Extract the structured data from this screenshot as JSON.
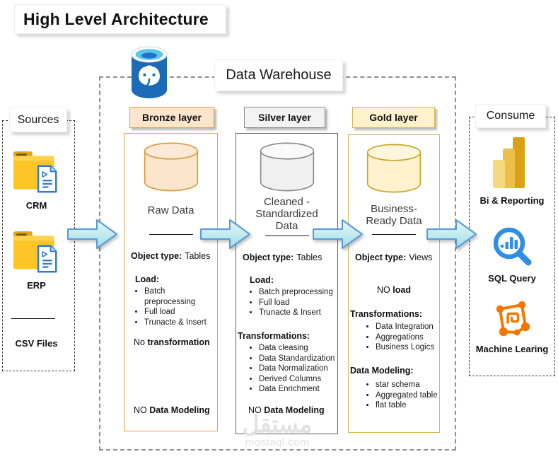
{
  "page": {
    "title": "High Level Architecture"
  },
  "warehouse": {
    "label": "Data Warehouse"
  },
  "sources": {
    "label": "Sources",
    "items": [
      {
        "label": "CRM"
      },
      {
        "label": "ERP"
      }
    ],
    "csv_label": "CSV Files"
  },
  "layers": {
    "bronze": {
      "header": "Bronze layer",
      "title": "Raw Data",
      "object_type_label": "Object type:",
      "object_type_value": "Tables",
      "load_label": "Load:",
      "load_items": [
        "Batch preprocessing",
        "Full load",
        "Trunacte & Insert"
      ],
      "transformation_prefix": "No ",
      "transformation_bold": "transformation",
      "modeling_prefix": "NO ",
      "modeling_bold": "Data Modeling"
    },
    "silver": {
      "header": "Silver layer",
      "title": "Cleaned - Standardized Data",
      "object_type_label": "Object type:",
      "object_type_value": "Tables",
      "load_label": "Load:",
      "load_items": [
        "Batch preprocessing",
        "Full load",
        "Trunacte & Insert"
      ],
      "transformations_label": "Transformations:",
      "transformation_items": [
        "Data cleasing",
        "Data Standardization",
        "Data Normalization",
        "Derived Columns",
        "Data Enrichment"
      ],
      "modeling_prefix": "NO ",
      "modeling_bold": "Data Modeling"
    },
    "gold": {
      "header": "Gold layer",
      "title": "Business- Ready Data",
      "object_type_label": "Object type:",
      "object_type_value": "Views",
      "load_prefix": "NO ",
      "load_bold": "load",
      "transformations_label": "Transformations:",
      "transformation_items": [
        "Data Integration",
        "Aggregations",
        "Business Logics"
      ],
      "modeling_label": "Data Modeling:",
      "modeling_items": [
        "star schema",
        "Aggregated table",
        "flat table"
      ]
    }
  },
  "consume": {
    "label": "Consume",
    "items": [
      {
        "label": "Bi & Reporting"
      },
      {
        "label": "SQL Query"
      },
      {
        "label": "Machine Learing"
      }
    ]
  },
  "watermark": {
    "arabic": "مستقل",
    "domain": "mostaql.com"
  },
  "colors": {
    "bronze_bg": "#FCE5CD",
    "bronze_border": "#E8A33D",
    "silver_bg": "#F3F3F3",
    "silver_border": "#5F5F5F",
    "gold_bg": "#FFF2CC",
    "gold_border": "#D6B656",
    "arrow_fill": "#BDE9F0",
    "arrow_border": "#5B9BD5",
    "postgres_blue": "#1C6BB8",
    "powerbi_gold": "#D9A214",
    "sql_blue": "#2F8FE5",
    "ml_orange": "#F57602",
    "folder_yellow": "#FFC526"
  }
}
